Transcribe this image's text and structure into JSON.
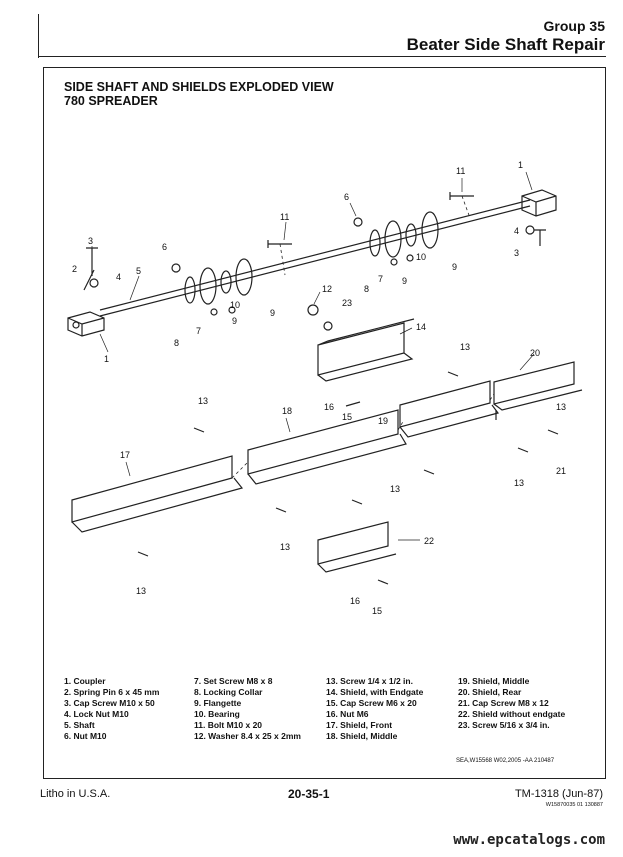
{
  "header": {
    "group": "Group 35",
    "title": "Beater Side Shaft Repair"
  },
  "figure": {
    "title_line1": "SIDE SHAFT AND SHIELDS EXPLODED VIEW",
    "title_line2": "780 SPREADER",
    "callouts": {
      "c1a": "1",
      "c1b": "1",
      "c2": "2",
      "c3a": "3",
      "c3b": "3",
      "c4a": "4",
      "c4b": "4",
      "c5": "5",
      "c6a": "6",
      "c6b": "6",
      "c7a": "7",
      "c7b": "7",
      "c8a": "8",
      "c8b": "8",
      "c9a": "9",
      "c9b": "9",
      "c9c": "9",
      "c9d": "9",
      "c10a": "10",
      "c10b": "10",
      "c11a": "11",
      "c11b": "11",
      "c12": "12",
      "c13a": "13",
      "c13b": "13",
      "c13c": "13",
      "c13d": "13",
      "c13e": "13",
      "c13f": "13",
      "c13g": "13",
      "c14": "14",
      "c15a": "15",
      "c15b": "15",
      "c16a": "16",
      "c16b": "16",
      "c17": "17",
      "c18": "18",
      "c19": "19",
      "c20": "20",
      "c21": "21",
      "c22": "22",
      "c23": "23"
    },
    "code": "SEA,W15568 W02,2005 -AA 210487"
  },
  "legend": {
    "col1": [
      "1. Coupler",
      "2. Spring Pin 6 x 45 mm",
      "3. Cap Screw M10 x 50",
      "4. Lock Nut M10",
      "5. Shaft",
      "6. Nut M10"
    ],
    "col2": [
      "7. Set Screw M8 x 8",
      "8. Locking Collar",
      "9. Flangette",
      "10. Bearing",
      "11. Bolt M10 x 20",
      "12. Washer 8.4 x 25 x 2mm"
    ],
    "col3": [
      "13. Screw 1/4 x 1/2 in.",
      "14. Shield, with Endgate",
      "15. Cap Screw M6 x 20",
      "16. Nut M6",
      "17. Shield, Front",
      "18. Shield, Middle"
    ],
    "col4": [
      "19. Shield, Middle",
      "20. Shield, Rear",
      "21. Cap Screw M8 x 12",
      "22. Shield without endgate",
      "23. Screw 5/16 x 3/4 in."
    ]
  },
  "footer": {
    "left": "Litho in U.S.A.",
    "page": "20-35-1",
    "right": "TM-1318 (Jun-87)",
    "code": "W15870035 01 130887"
  },
  "watermark": "www.epcatalogs.com"
}
